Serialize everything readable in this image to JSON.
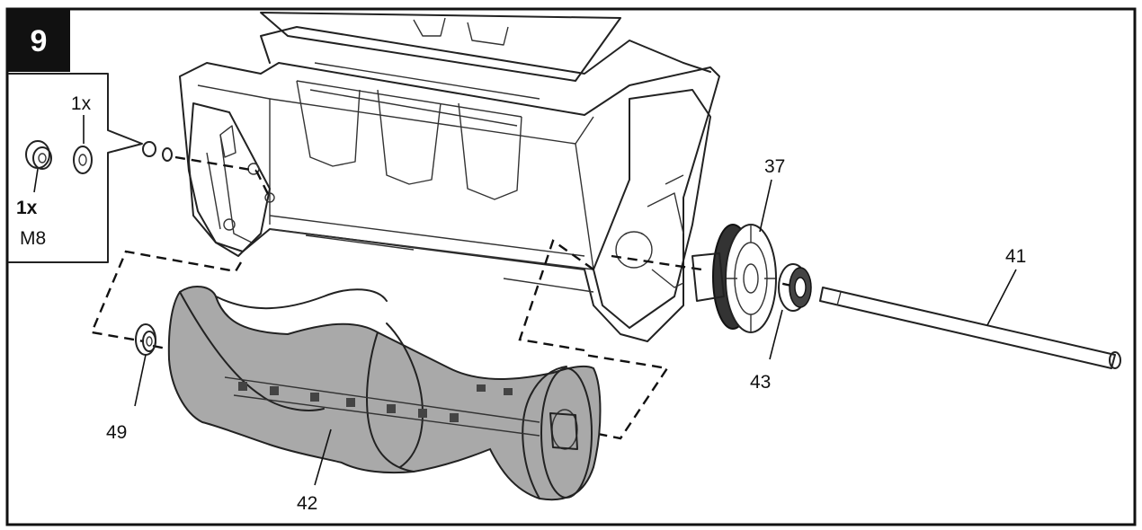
{
  "figure": {
    "step_number": "9",
    "inset": {
      "qty_washer": "1x",
      "qty_nut": "1x",
      "nut_size": "M8"
    },
    "callouts": [
      {
        "id": "37",
        "label": "37"
      },
      {
        "id": "41",
        "label": "41"
      },
      {
        "id": "43",
        "label": "43"
      },
      {
        "id": "49",
        "label": "49"
      },
      {
        "id": "42",
        "label": "42"
      }
    ]
  }
}
